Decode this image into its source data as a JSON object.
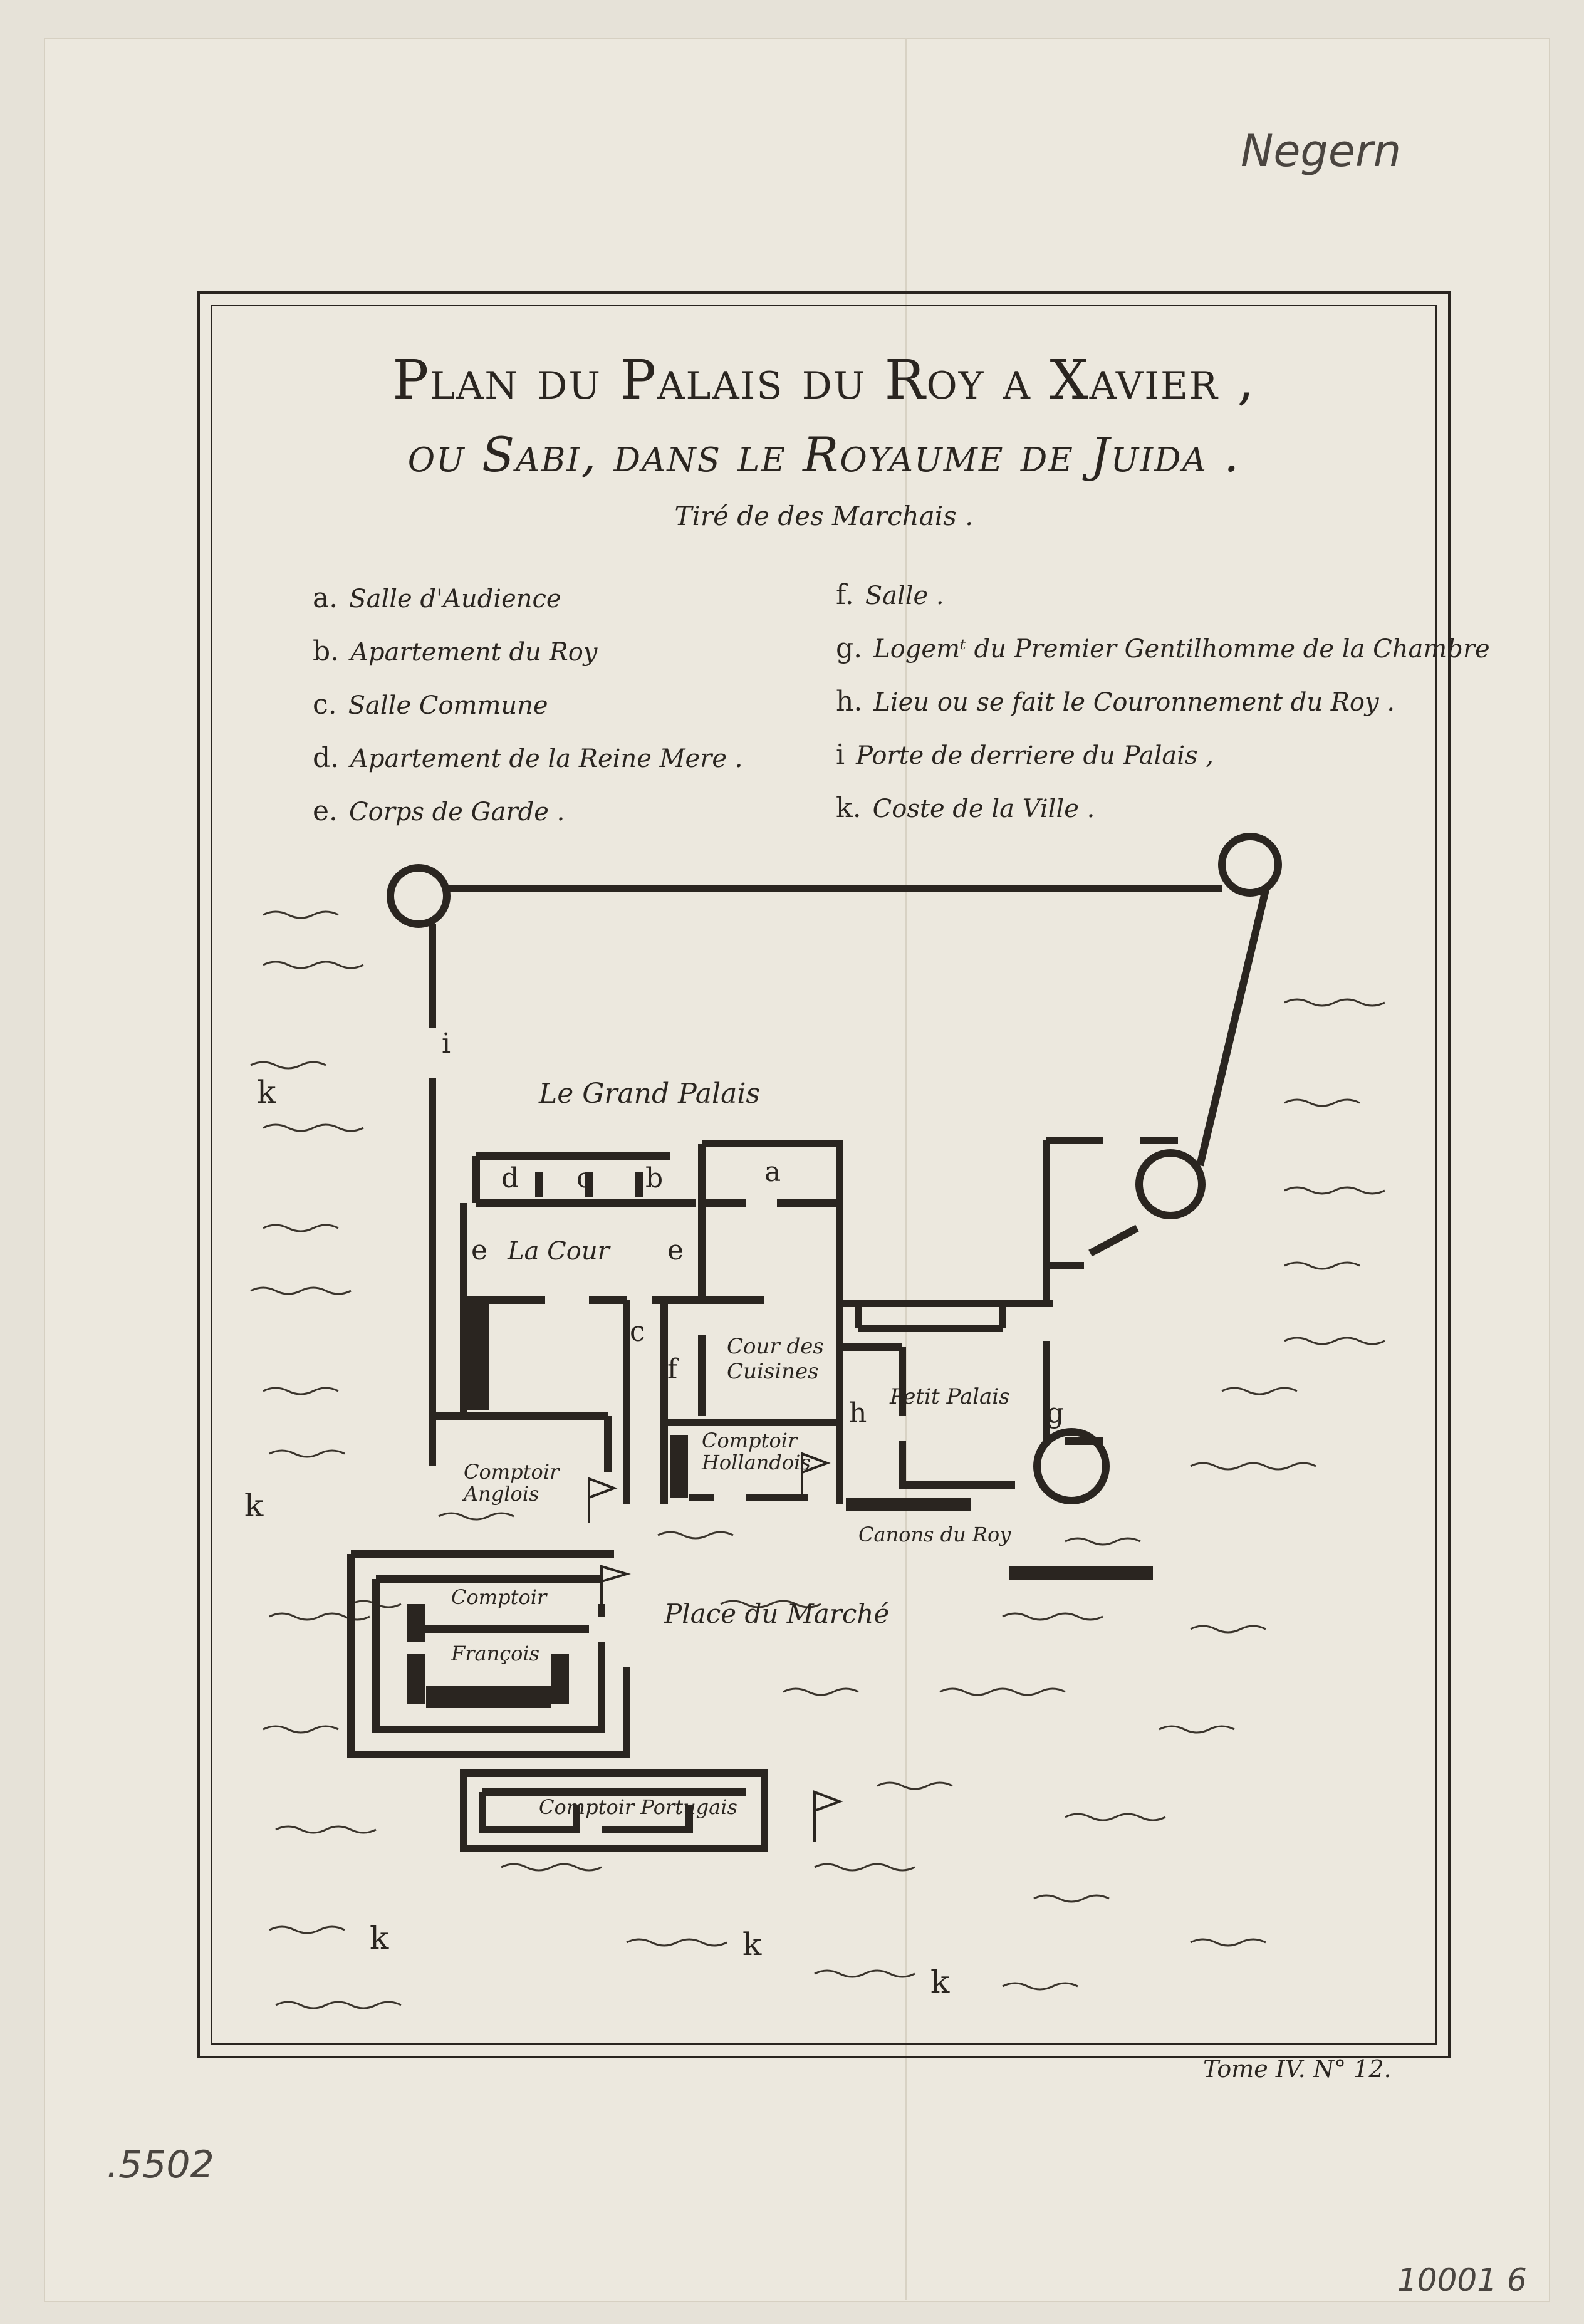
{
  "title": {
    "line1": "Plan du Palais du Roy a Xavier ,",
    "line2": "ou Sabi, dans le Royaume de Juida .",
    "subtitle": "Tiré de des Marchais ."
  },
  "legend": [
    {
      "key": "a.",
      "text": "Salle d'Audience"
    },
    {
      "key": "b.",
      "text": "Apartement du Roy"
    },
    {
      "key": "c.",
      "text": "Salle Commune"
    },
    {
      "key": "d.",
      "text": "Apartement de la Reine Mere ."
    },
    {
      "key": "e.",
      "text": "Corps de Garde ."
    },
    {
      "key": "f.",
      "text": "Salle ."
    },
    {
      "key": "g.",
      "text": "Logemᵗ du Premier Gentilhomme de la Chambre"
    },
    {
      "key": "h.",
      "text": "Lieu ou se fait le Couronnement du Roy ."
    },
    {
      "key": "i",
      "text": "Porte de derriere du Palais ,"
    },
    {
      "key": "k.",
      "text": "Coste de la Ville ."
    }
  ],
  "map_labels": {
    "grand_palais": "Le Grand Palais",
    "la_cour": "La Cour",
    "cour_des_cuisines_1": "Cour des",
    "cour_des_cuisines_2": "Cuisines",
    "petit_palais": "Petit Palais",
    "comptoir_hollandois_1": "Comptoir",
    "comptoir_hollandois_2": "Hollandois",
    "comptoir_anglois_1": "Comptoir",
    "comptoir_anglois_2": "Anglois",
    "comptoir_francois_1": "Comptoir",
    "comptoir_francois_2": "François",
    "canons_du_roy": "Canons du Roy",
    "place_du_marche": "Place du Marché",
    "comptoir_portugais": "Comptoir Portugais"
  },
  "map_letters": {
    "a": "a",
    "b": "b",
    "c": "c",
    "c2": "c",
    "d": "d",
    "e": "e",
    "e2": "e",
    "f": "f",
    "g": "g",
    "h": "h",
    "i": "i",
    "k1": "k",
    "k2": "k",
    "k3": "k",
    "k4": "k",
    "k5": "k"
  },
  "plate_number": "Tome IV. N° 12.",
  "handwritten": {
    "top_right": "Negern",
    "bottom_left": ".5502",
    "bottom_right": "10001 6"
  },
  "colors": {
    "ink": "#2a2520",
    "paper": "#ece8de"
  }
}
